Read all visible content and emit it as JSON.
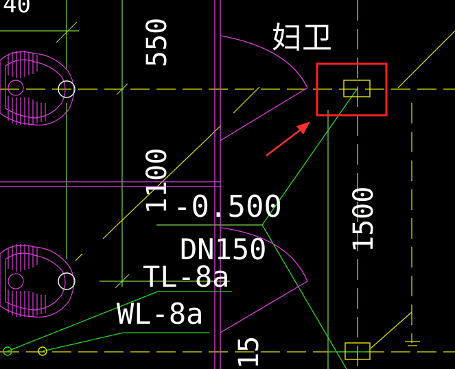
{
  "drawing": {
    "labels": {
      "dim_top_left": "40",
      "dim_550": "550",
      "room_label": "妇卫",
      "dim_1100": "1100",
      "elevation": "-0.500",
      "pipe_size": "DN150",
      "pipe_tl": "TL-8a",
      "pipe_wl": "WL-8a",
      "dim_1500": "1500",
      "dim_bottom": "15"
    },
    "colors": {
      "background": "#000000",
      "text": "#ffffff",
      "axis_dash": "#e8e800",
      "grid_green": "#7fd64a",
      "pipe_green": "#28d628",
      "wall_magenta": "#e040e0",
      "fixture_magenta": "#e040e0",
      "highlight_box": "#ff2020",
      "pointer_arrow": "#ff3030"
    },
    "icons": {
      "pointer": "red-arrow-icon",
      "highlight": "red-rectangle-highlight",
      "fixtures": "squat-toilet-icon",
      "drain": "floor-drain-icon"
    }
  }
}
